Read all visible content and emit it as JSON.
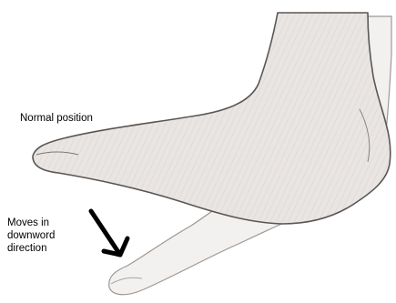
{
  "labels": {
    "normal_position": "Normal position",
    "moves_lines": [
      "Moves in",
      "downword",
      "direction"
    ]
  },
  "colors": {
    "skin_fill": "#e9e5e2",
    "skin_fill_ghost": "#efecea",
    "outline": "#5a5654",
    "outline_ghost": "#9d9894",
    "arrow": "#000000",
    "background": "#ffffff"
  },
  "icons": {
    "arrow": "arrow-down-right-icon"
  }
}
